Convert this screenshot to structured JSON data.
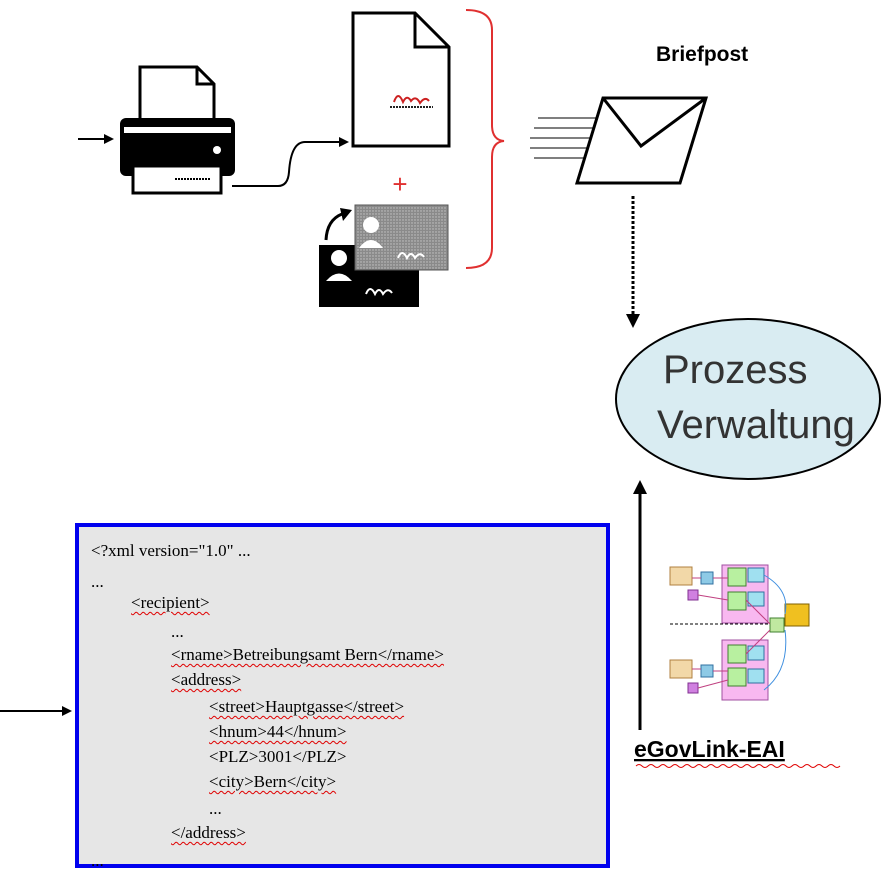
{
  "labels": {
    "briefpost": "Briefpost",
    "prozess_line1": "Prozess",
    "prozess_line2": "Verwaltung",
    "egovlink": "eGovLink-EAI",
    "plus": "+"
  },
  "xml": {
    "lines": [
      "<?xml version=\"1.0\" ...",
      "...",
      "<recipient>",
      "...",
      "<rname>Betreibungsamt Bern</rname>",
      "<address>",
      "<street>Hauptgasse</street>",
      "<hnum>44</hnum>",
      "<PLZ>3001</PLZ>",
      "<city>Bern</city>",
      "...",
      "</address>",
      "..."
    ]
  },
  "colors": {
    "bracket": "#e03030",
    "ellipse_fill": "#d9ecf2",
    "xml_border": "#0000ee",
    "xml_bg": "#e6e6e6",
    "signature": "#cc2020"
  },
  "icons": [
    "printer-icon",
    "document-icon",
    "id-card-icon",
    "envelope-icon",
    "eai-flow-icon"
  ]
}
